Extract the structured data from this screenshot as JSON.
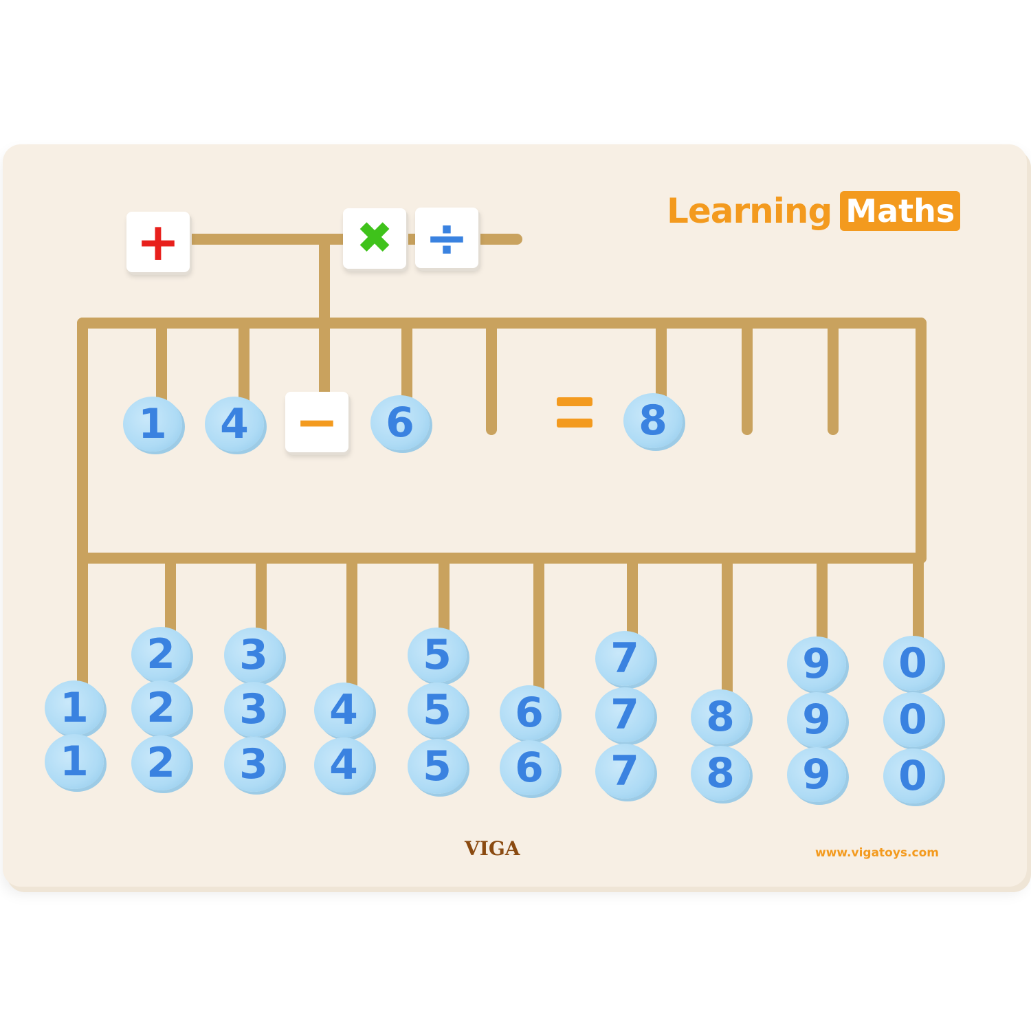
{
  "title": {
    "word1": "Learning",
    "word2": "Maths"
  },
  "brand": "VIGA",
  "website": "www.vigatoys.com",
  "operator_tiles": [
    {
      "symbol": "+",
      "name": "plus",
      "color": "#e8201c"
    },
    {
      "symbol": "✖",
      "name": "times",
      "color": "#3fc21b"
    },
    {
      "symbol": "÷",
      "name": "divide",
      "color": "#3a82e0"
    }
  ],
  "equation": {
    "items": [
      "1",
      "4",
      "−",
      "6",
      "=",
      "8"
    ],
    "minus_color": "#f39a1e",
    "equals_color": "#f39a1e"
  },
  "bead_columns": [
    [
      "1",
      "1"
    ],
    [
      "2",
      "2",
      "2"
    ],
    [
      "3",
      "3",
      "3"
    ],
    [
      "4",
      "4"
    ],
    [
      "5",
      "5",
      "5"
    ],
    [
      "6",
      "6"
    ],
    [
      "7",
      "7",
      "7"
    ],
    [
      "8",
      "8"
    ],
    [
      "9",
      "9",
      "9"
    ],
    [
      "0",
      "0",
      "0"
    ]
  ],
  "colors": {
    "board": "#f7efe4",
    "track": "#c9a25e",
    "bead": "#aedbf5",
    "digit": "#3a82e0",
    "accent": "#f39a1e"
  }
}
